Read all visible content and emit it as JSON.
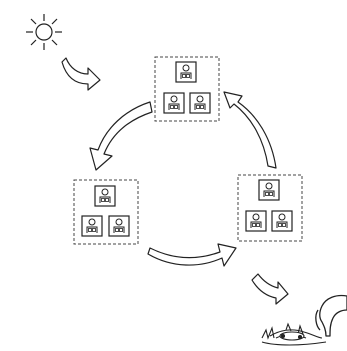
{
  "diagram": {
    "groups": [
      {
        "id": "top",
        "boxes": 3
      },
      {
        "id": "left",
        "boxes": 3
      },
      {
        "id": "right",
        "boxes": 3
      }
    ],
    "icons": [
      "sun-icon",
      "people-box-icon",
      "dog-icon",
      "grass-icon"
    ],
    "arrows": [
      "sun-to-top",
      "top-to-left",
      "left-to-right",
      "right-to-top",
      "down-to-ground"
    ],
    "colors": {
      "line": "#222222",
      "dash": "#444444",
      "bg": "#ffffff"
    }
  }
}
